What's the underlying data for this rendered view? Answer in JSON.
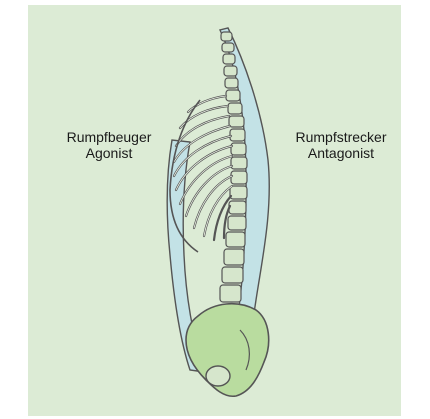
{
  "labels": {
    "flexor": {
      "line1": "Rumpfbeuger",
      "line2": "Agonist"
    },
    "extensor": {
      "line1": "Rumpfstrecker",
      "line2": "Antagonist"
    }
  },
  "colors": {
    "background": "#dcebd5",
    "muscle": "#c3e2e6",
    "bone": "#b9dc9f",
    "outline": "#555555"
  }
}
